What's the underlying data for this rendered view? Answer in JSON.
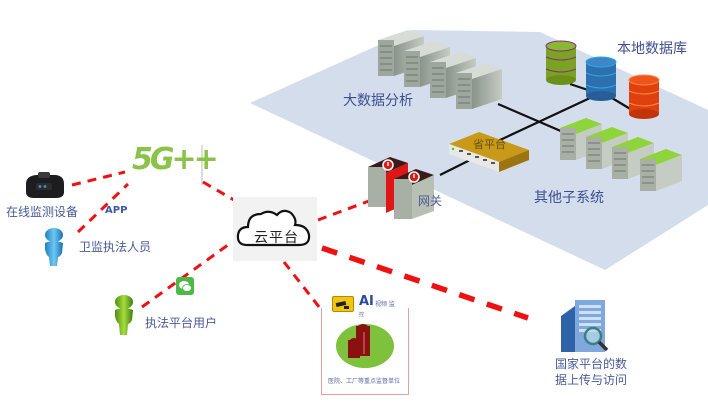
{
  "diagram": {
    "title": "",
    "zones": {
      "backend_plane": {
        "color": "#d3ddeb"
      }
    },
    "nodes": {
      "online_device": {
        "label": "在线监测设备",
        "icon": "monitoring-device-icon"
      },
      "five_g": {
        "label": "5G++",
        "icon": "5g-logo"
      },
      "app_label": {
        "label": "APP"
      },
      "inspector": {
        "label": "卫监执法人员",
        "icon": "person-blue-icon"
      },
      "platform_user": {
        "label": "执法平台用户",
        "icon": "person-green-icon"
      },
      "wechat": {
        "icon": "wechat-icon"
      },
      "cloud": {
        "label": "云平台",
        "icon": "cloud-icon"
      },
      "ai_monitor": {
        "title": "AI",
        "subtitle": "视频 监",
        "subtitle2": "控",
        "caption": "医院、工厂等重点监督单位",
        "icon": "cctv-camera-icon"
      },
      "national": {
        "label_line1": "国家平台的数",
        "label_line2": "据上传与访问",
        "icon": "building-search-icon"
      },
      "gateway": {
        "label": "网关",
        "icon": "gateway-server-icon"
      },
      "province": {
        "label": "省平台",
        "icon": "switch-icon"
      },
      "big_data": {
        "label": "大数据分析",
        "icon": "server-rack-icon"
      },
      "local_db": {
        "label": "本地数据库",
        "icon": "database-icon"
      },
      "subsystems": {
        "label": "其他子系统",
        "icon": "server-green-icon"
      }
    },
    "colors": {
      "accent_red": "#ee1111",
      "label_blue": "#4a5a9a",
      "five_g_green": "#8bc34a",
      "db_green": "#7aa322",
      "db_blue": "#2f6fb0",
      "db_red": "#e0400e",
      "switch_gold": "#c89a18"
    }
  }
}
